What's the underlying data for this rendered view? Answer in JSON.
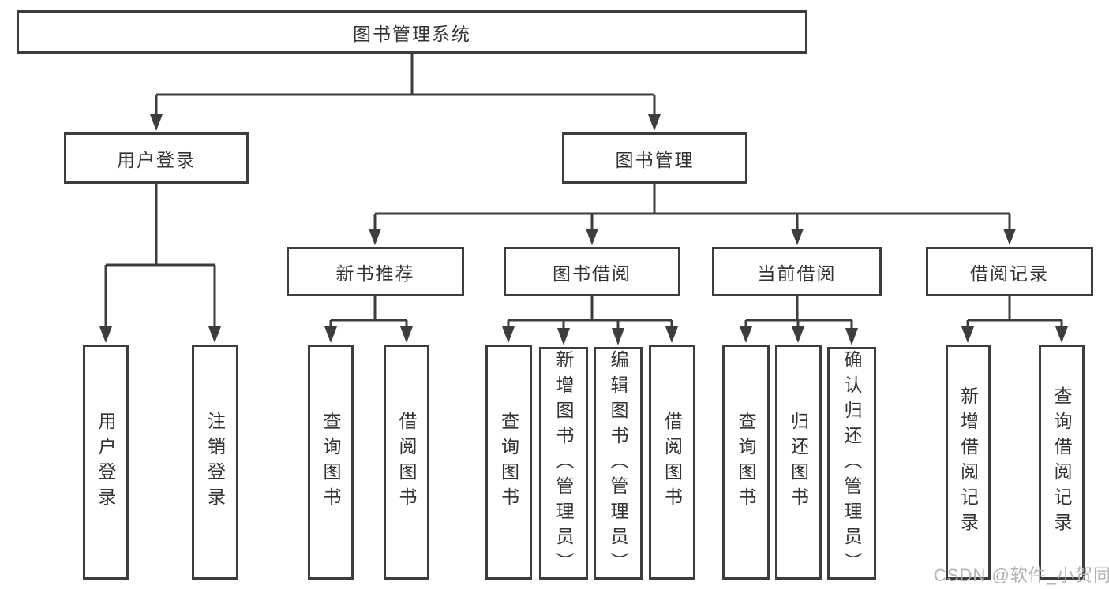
{
  "tree": {
    "label": "图书管理系统",
    "children": [
      {
        "label": "用户登录",
        "children": [
          {
            "label": "用户登录"
          },
          {
            "label": "注销登录"
          }
        ]
      },
      {
        "label": "图书管理",
        "children": [
          {
            "label": "新书推荐",
            "children": [
              {
                "label": "查询图书"
              },
              {
                "label": "借阅图书"
              }
            ]
          },
          {
            "label": "图书借阅",
            "children": [
              {
                "label": "查询图书"
              },
              {
                "label": "新增图书（管理员）"
              },
              {
                "label": "编辑图书（管理员）"
              },
              {
                "label": "借阅图书"
              }
            ]
          },
          {
            "label": "当前借阅",
            "children": [
              {
                "label": "查询图书"
              },
              {
                "label": "归还图书"
              },
              {
                "label": "确认归还（管理员）"
              }
            ]
          },
          {
            "label": "借阅记录",
            "children": [
              {
                "label": "新增借阅记录"
              },
              {
                "label": "查询借阅记录"
              }
            ]
          }
        ]
      }
    ]
  },
  "watermark": {
    "text": "CSDN @软件_小贺同学"
  },
  "colors": {
    "line": "#3d3d3d",
    "text": "#333333",
    "watermark": "#b3b3b3",
    "background": "#ffffff"
  }
}
